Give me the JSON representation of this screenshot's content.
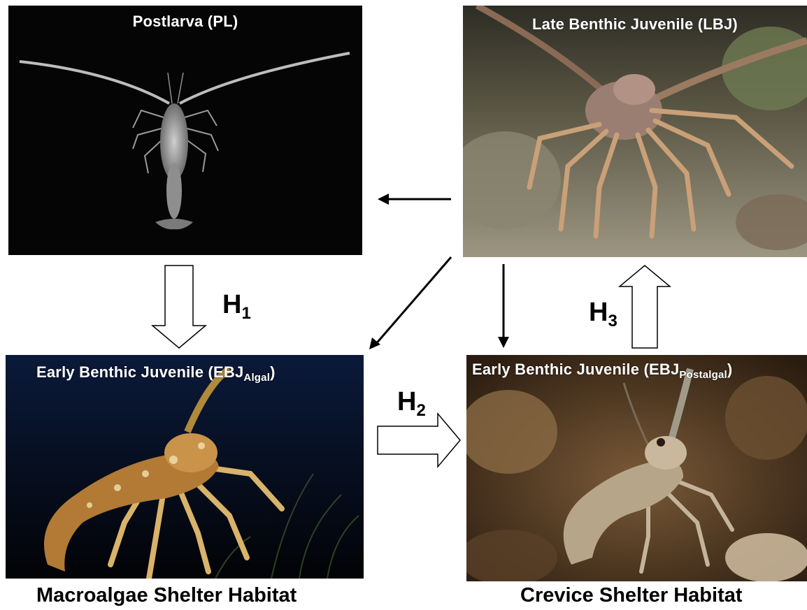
{
  "panels": {
    "postlarva": {
      "title": "Postlarva (PL)"
    },
    "late_benthic": {
      "title": "Late Benthic Juvenile (LBJ)"
    },
    "early_algal": {
      "title_main": "Early Benthic Juvenile (EBJ",
      "title_sub": "Algal",
      "title_end": ")"
    },
    "early_postalgal": {
      "title_main": "Early Benthic Juvenile (EBJ",
      "title_sub": "Postalgal",
      "title_end": ")"
    }
  },
  "hypotheses": {
    "h1": {
      "letter": "H",
      "index": "1"
    },
    "h2": {
      "letter": "H",
      "index": "2"
    },
    "h3": {
      "letter": "H",
      "index": "3"
    }
  },
  "footers": {
    "left": "Macroalgae Shelter Habitat",
    "right": "Crevice Shelter Habitat"
  },
  "colors": {
    "caption_text": "#ffffff",
    "arrow_stroke": "#000000",
    "background": "#ffffff"
  }
}
